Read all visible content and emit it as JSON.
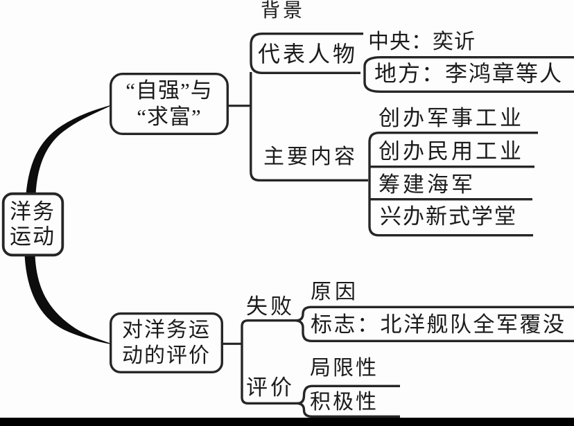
{
  "page": {
    "background_color": "#fdfdfd",
    "ink_color": "#1b1b1b",
    "line_color": "#262626",
    "branch_color": "#0d0d0d",
    "bottom_bar_color": "#000000"
  },
  "mindmap": {
    "root": {
      "line1": "洋务",
      "line2": "运动"
    },
    "branch1": {
      "node": {
        "line1": "“自强”与",
        "line2": "“求富”"
      },
      "children": {
        "background_label": "背景",
        "figures": {
          "label": "代表人物",
          "central": "中央：奕䜣",
          "local": "地方：李鸿章等人"
        },
        "content": {
          "label": "主要内容",
          "items": [
            "创办军事工业",
            "创办民用工业",
            "筹建海军",
            "兴办新式学堂"
          ]
        }
      }
    },
    "branch2": {
      "node": {
        "line1": "对洋务运",
        "line2": "动的评价"
      },
      "failure": {
        "label": "失败",
        "reason": "原因",
        "mark": "标志：北洋舰队全军覆没"
      },
      "evaluation": {
        "label": "评价",
        "limitation": "局限性",
        "positive": "积极性"
      }
    }
  }
}
